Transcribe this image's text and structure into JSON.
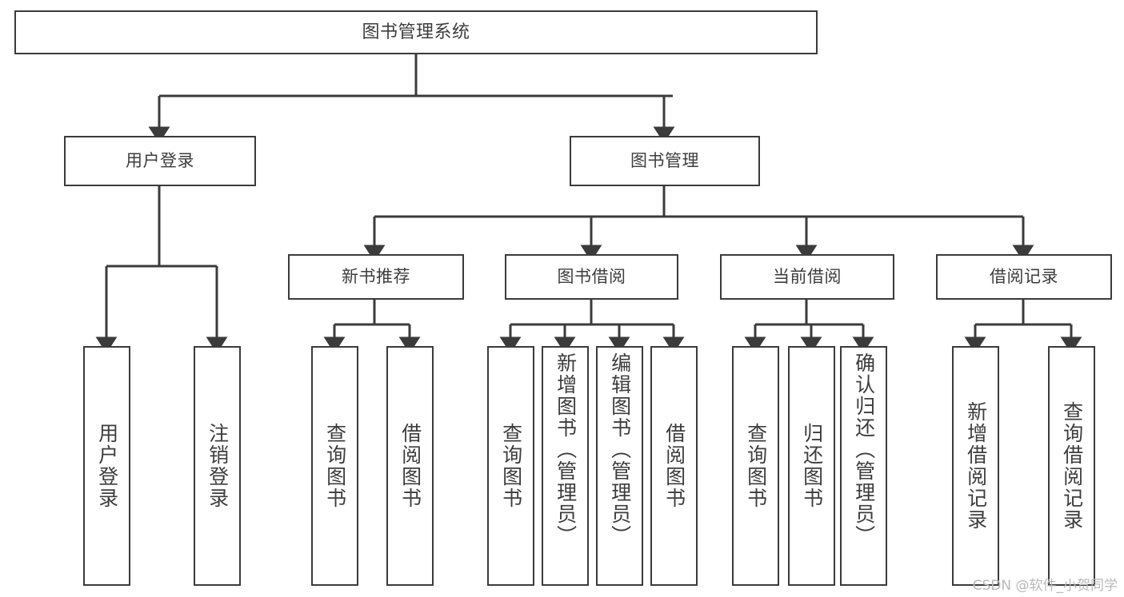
{
  "diagram": {
    "type": "tree-hierarchy",
    "title": "图书管理系统",
    "root": {
      "id": "root",
      "label": "图书管理系统"
    },
    "level2": [
      {
        "id": "user-login",
        "label": "用户登录"
      },
      {
        "id": "book-management",
        "label": "图书管理"
      }
    ],
    "level3": [
      {
        "id": "new-book-recommend",
        "label": "新书推荐",
        "parent": "book-management"
      },
      {
        "id": "book-borrow",
        "label": "图书借阅",
        "parent": "book-management"
      },
      {
        "id": "current-borrow",
        "label": "当前借阅",
        "parent": "book-management"
      },
      {
        "id": "borrow-record",
        "label": "借阅记录",
        "parent": "book-management"
      }
    ],
    "leaves": {
      "user_login": [
        {
          "id": "leaf-user-login",
          "label": "用户登录"
        },
        {
          "id": "leaf-logout",
          "label": "注销登录"
        }
      ],
      "new_book_recommend": [
        {
          "id": "leaf-query-book-1",
          "label": "查询图书"
        },
        {
          "id": "leaf-borrow-book-1",
          "label": "借阅图书"
        }
      ],
      "book_borrow": [
        {
          "id": "leaf-query-book-2",
          "label": "查询图书"
        },
        {
          "id": "leaf-add-book",
          "label": "新增图书（管理员）"
        },
        {
          "id": "leaf-edit-book",
          "label": "编辑图书（管理员）"
        },
        {
          "id": "leaf-borrow-book-2",
          "label": "借阅图书"
        }
      ],
      "current_borrow": [
        {
          "id": "leaf-query-book-3",
          "label": "查询图书"
        },
        {
          "id": "leaf-return-book",
          "label": "归还图书"
        },
        {
          "id": "leaf-confirm-return",
          "label": "确认归还（管理员）"
        }
      ],
      "borrow_record": [
        {
          "id": "leaf-add-record",
          "label": "新增借阅记录"
        },
        {
          "id": "leaf-query-record",
          "label": "查询借阅记录"
        }
      ]
    },
    "colors": {
      "border": "#3b3b3b",
      "text": "#3d3d3d",
      "background": "#ffffff",
      "edge": "#3b3b3b",
      "watermark": "#b9b9b9"
    }
  },
  "watermark": {
    "text": "CSDN @软件_小贺同学"
  }
}
